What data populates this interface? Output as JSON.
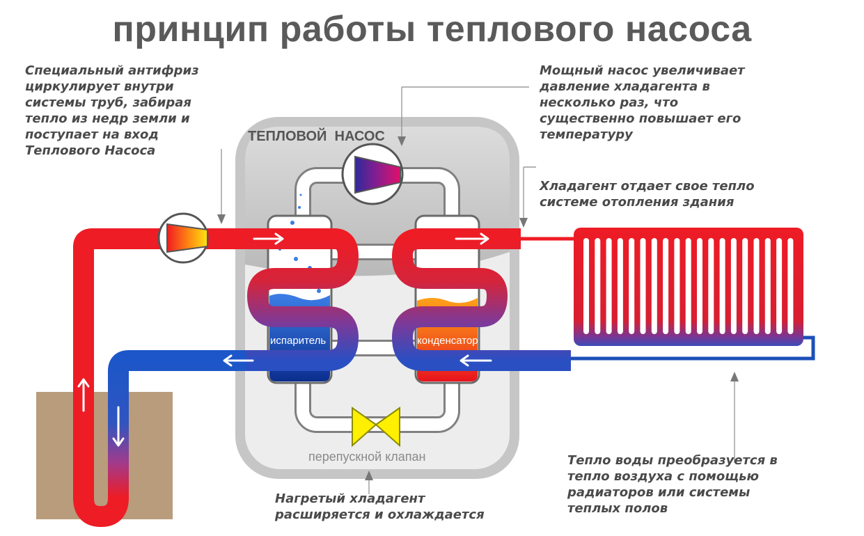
{
  "title": "принцип работы теплового насоса",
  "unit_label": "ТЕПЛОВОЙ  НАСОС",
  "evaporator_label": "испаритель",
  "condenser_label": "конденсатор",
  "valve_label": "перепускной клапан",
  "notes": {
    "antifreeze": [
      "Специальный антифриз",
      "циркулирует внутри",
      "системы труб, забирая",
      "тепло из недр земли и",
      "поступает на вход",
      "Теплового Насоса"
    ],
    "compressor": [
      "Мощный насос увеличивает",
      "давление хладагента в",
      "несколько раз, что",
      "существенно повышает его",
      "температуру"
    ],
    "condenser": [
      "Хладагент отдает свое тепло",
      "системе отопления здания"
    ],
    "valve": [
      "Нагретый хладагент",
      "расширяется и охлаждается"
    ],
    "radiator": [
      "Тепло воды преобразуется в",
      "тепло воздуха  с помощью",
      "радиаторов или системы",
      "теплых полов"
    ]
  },
  "colors": {
    "hot": "#ee1c25",
    "cold": "#1d4fb8",
    "housing": "#c4c4c4",
    "valve": "#ffef00",
    "ground": "#b89c7c"
  }
}
